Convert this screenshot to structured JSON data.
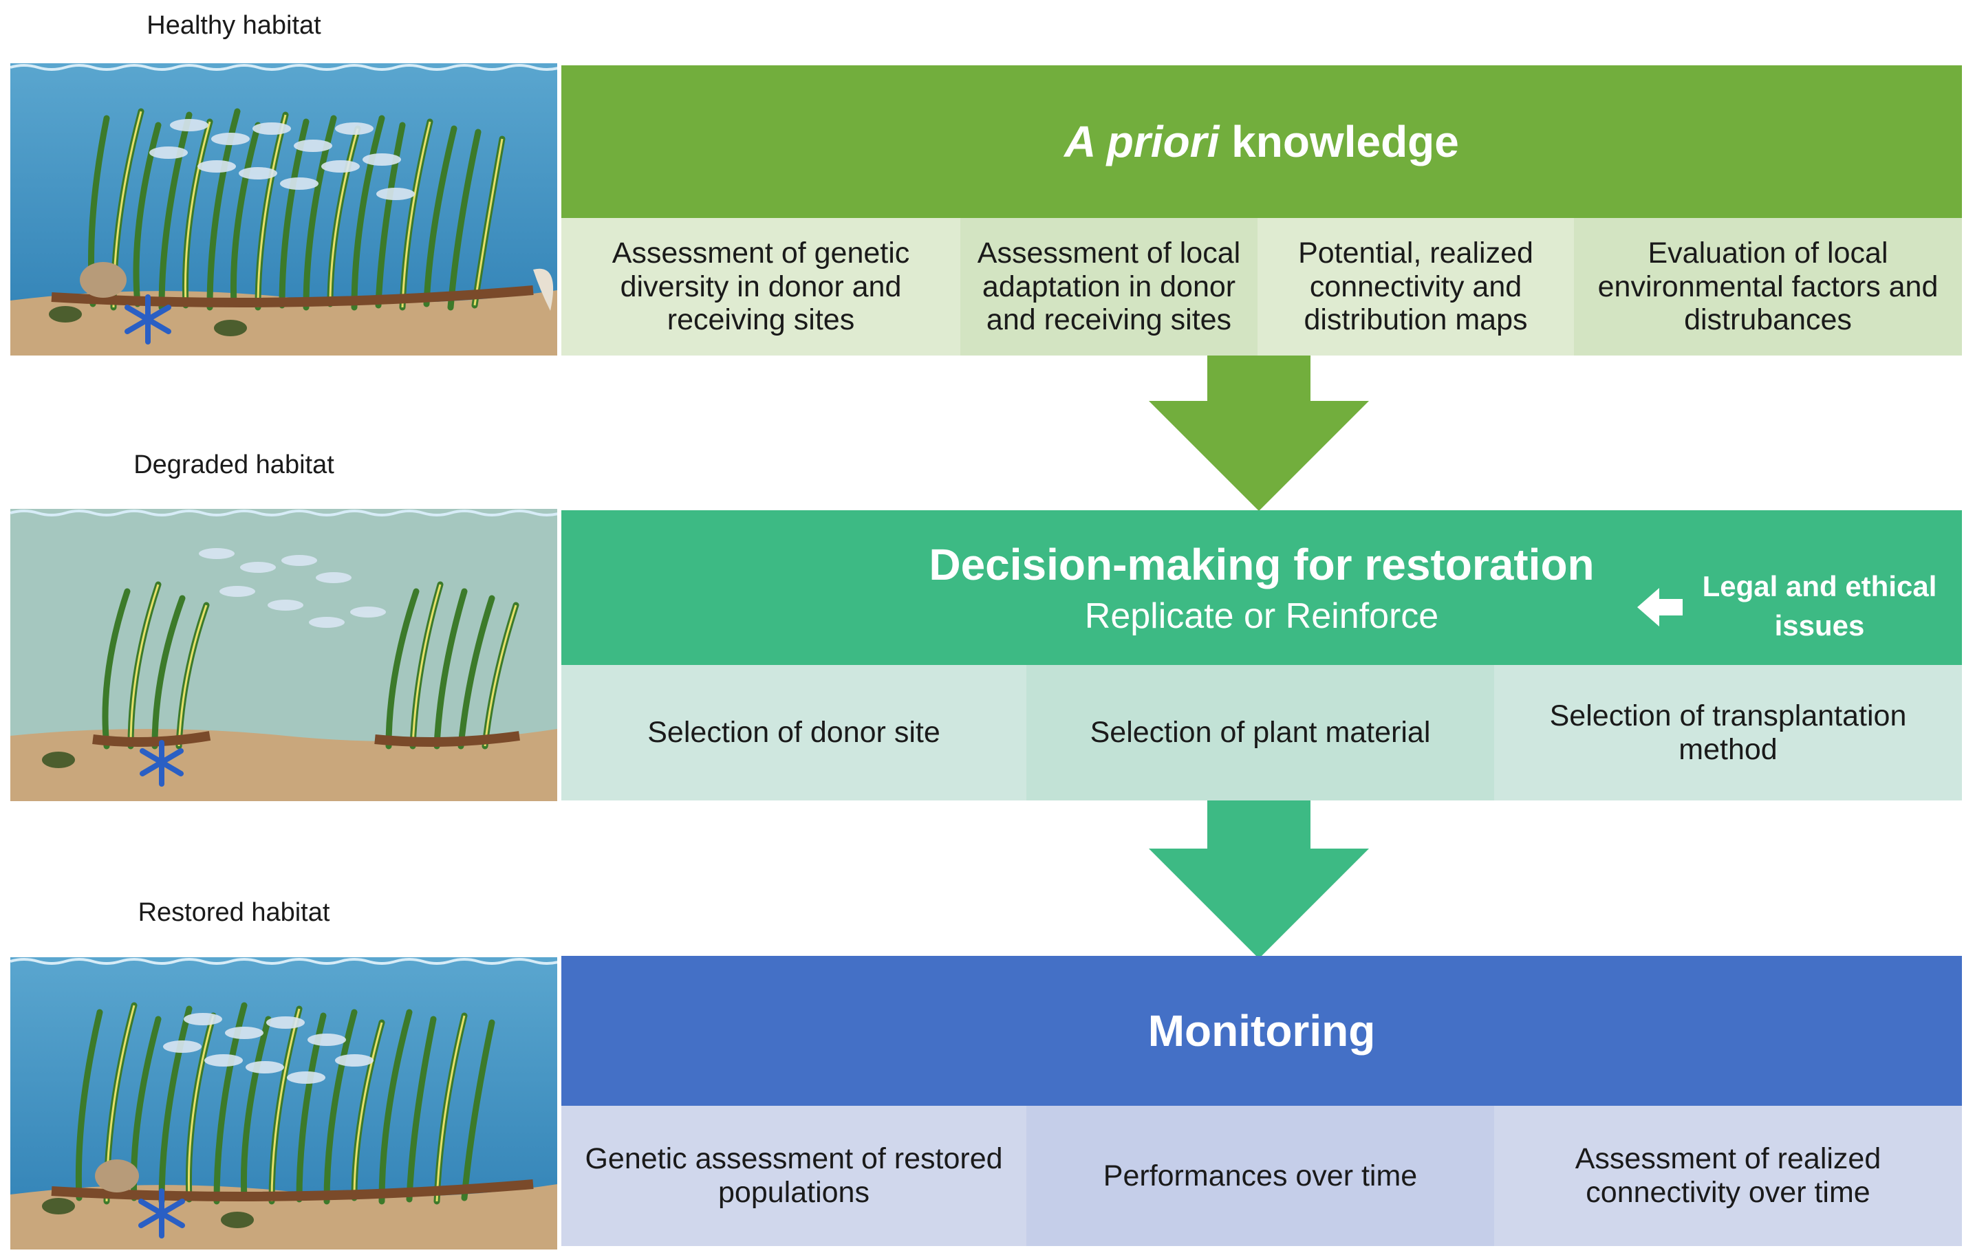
{
  "habitats": {
    "healthy": "Healthy habitat",
    "degraded": "Degraded habitat",
    "restored": "Restored habitat"
  },
  "stage1": {
    "title_italic": "A priori",
    "title_rest": " knowledge",
    "color": "#72ae3d",
    "items": [
      "Assessment of genetic diversity in donor and receiving sites",
      "Assessment of local adaptation in donor and receiving sites",
      "Potential, realized connectivity and distribution maps",
      "Evaluation of local environmental factors and distrubances"
    ]
  },
  "stage2": {
    "title": "Decision-making for restoration",
    "subtitle": "Replicate or Reinforce",
    "side_note": "Legal and ethical issues",
    "color": "#3dba84",
    "items": [
      "Selection of donor site",
      "Selection of plant material",
      "Selection of transplantation method"
    ]
  },
  "stage3": {
    "title": "Monitoring",
    "color": "#4470c6",
    "items": [
      "Genetic assessment of restored populations",
      "Performances over time",
      "Assessment of realized connectivity over time"
    ]
  }
}
